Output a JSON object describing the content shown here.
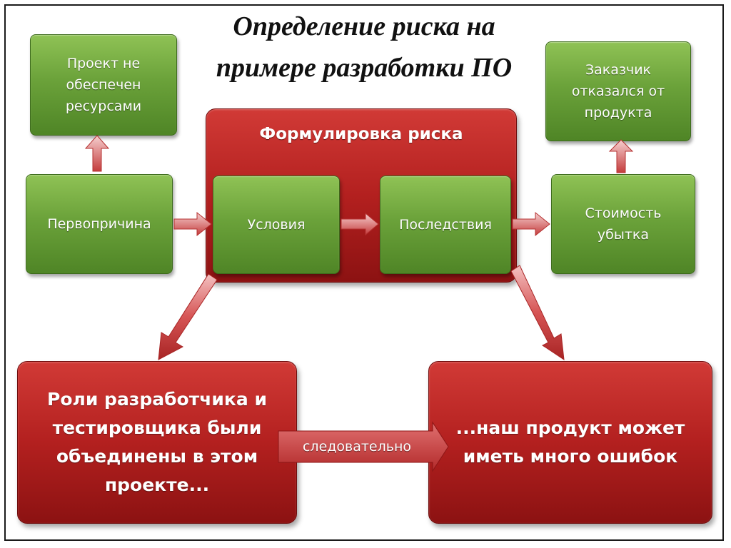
{
  "title": {
    "line1": "Определение риска на",
    "line2": "примере разработки ПО"
  },
  "nodes": {
    "project_resources": [
      "Проект не",
      "обеспечен",
      "ресурсами"
    ],
    "root_cause": [
      "Первопричина"
    ],
    "risk_statement": "Формулировка риска",
    "conditions": [
      "Условия"
    ],
    "consequences": [
      "Последствия"
    ],
    "customer_refused": [
      "Заказчик",
      "отказался от",
      "продукта"
    ],
    "loss_cost": [
      "Стоимость",
      "убытка"
    ],
    "roles_merged": [
      "Роли разработчика и",
      "тестировщика были",
      "объединены в этом",
      "проекте..."
    ],
    "many_bugs": [
      "...наш продукт может",
      "иметь много ошибок"
    ]
  },
  "connector": {
    "therefore": "следовательно"
  },
  "colors": {
    "green": "#6ba23a",
    "red": "#b3201f",
    "arrow": "#cf4a4a"
  }
}
